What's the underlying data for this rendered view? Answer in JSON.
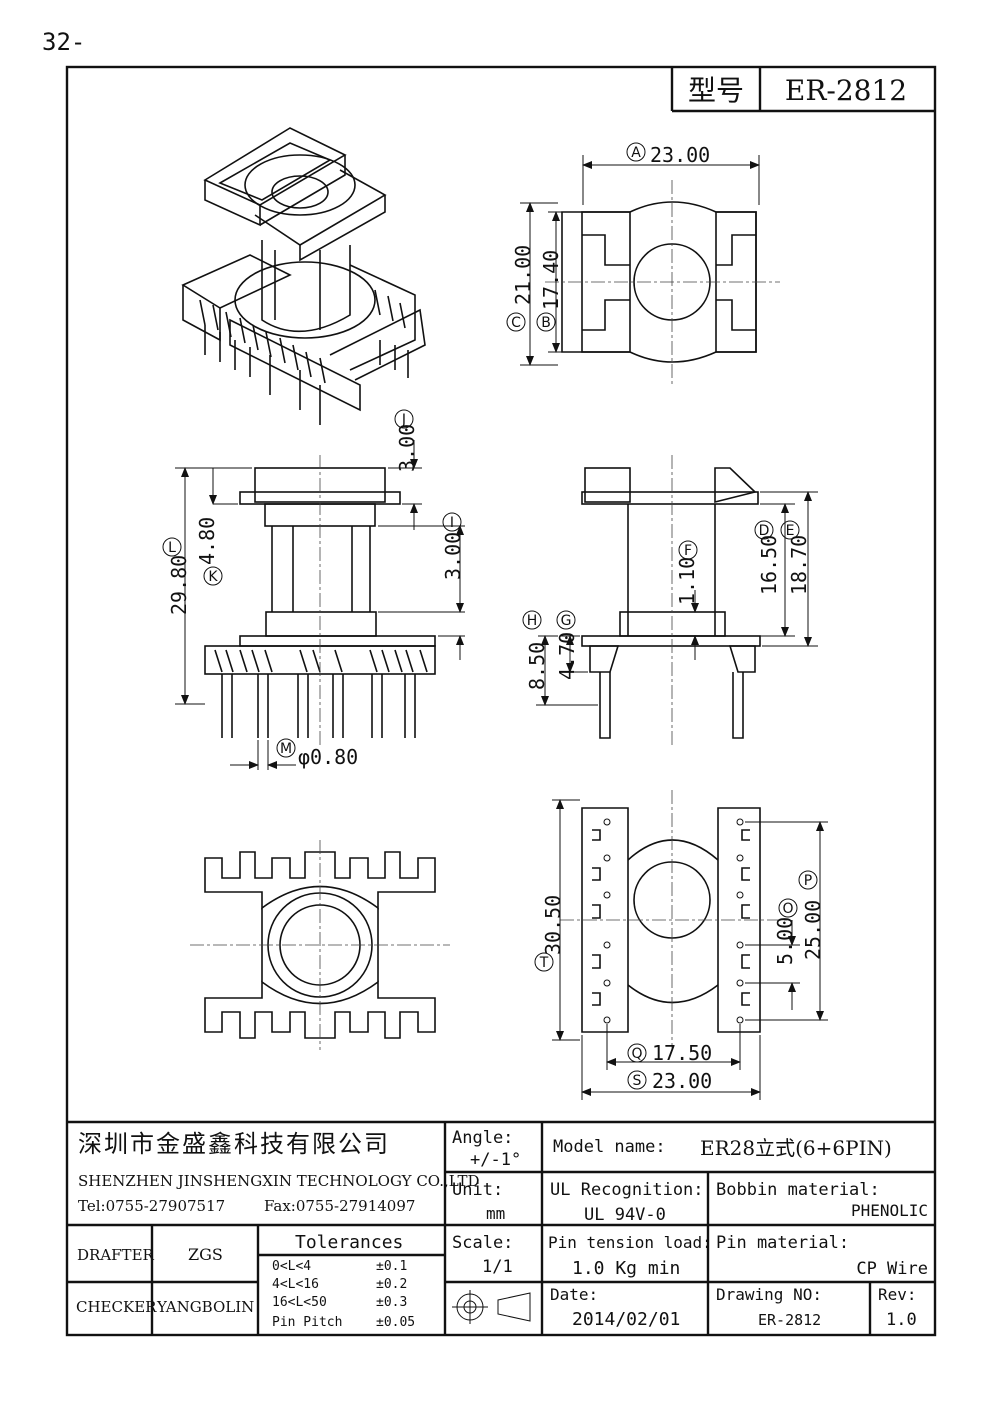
{
  "page_label": "32-",
  "header": {
    "type_label": "型号",
    "part_number": "ER-2812"
  },
  "dimensions": {
    "A": "23.00",
    "B": "17.40",
    "C": "21.00",
    "D": "16.50",
    "E": "18.70",
    "F": "1.10",
    "G": "4.70",
    "H": "8.50",
    "I": "3.00",
    "J": "3.00",
    "K": "4.80",
    "L": "29.80",
    "M": "φ0.80",
    "O": "5.00",
    "P": "25.00",
    "Q": "17.50",
    "S": "23.00",
    "T": "30.50"
  },
  "title_block": {
    "company_cn": "深圳市金盛鑫科技有限公司",
    "company_en": "SHENZHEN JINSHENGXIN TECHNOLOGY CO.,LTD",
    "tel": "Tel:0755-27907517",
    "fax": "Fax:0755-27914097",
    "angle_label": "Angle:",
    "angle_value": "+/-1°",
    "unit_label": "Unit:",
    "unit_value": "mm",
    "scale_label": "Scale:",
    "scale_value": "1/1",
    "model_label": "Model name:",
    "model_value": "ER28立式(6+6PIN)",
    "ul_label": "UL Recognition:",
    "ul_value": "UL 94V-0",
    "bobbin_label": "Bobbin material:",
    "bobbin_value": "PHENOLIC",
    "pin_tension_label": "Pin tension load:",
    "pin_tension_value": "1.0 Kg min",
    "pin_material_label": "Pin material:",
    "pin_material_value": "CP Wire",
    "drafter_label": "DRAFTER",
    "drafter_value": "ZGS",
    "checker_label": "CHECKER",
    "checker_value": "YANGBOLIN",
    "tolerances_label": "Tolerances",
    "tolerances": [
      {
        "range": "0<L<4",
        "value": "±0.1"
      },
      {
        "range": "4<L<16",
        "value": "±0.2"
      },
      {
        "range": "16<L<50",
        "value": "±0.3"
      },
      {
        "range": "Pin Pitch",
        "value": "±0.05"
      }
    ],
    "date_label": "Date:",
    "date_value": "2014/02/01",
    "drawing_no_label": "Drawing NO:",
    "drawing_no_value": "ER-2812",
    "rev_label": "Rev:",
    "rev_value": "1.0"
  }
}
